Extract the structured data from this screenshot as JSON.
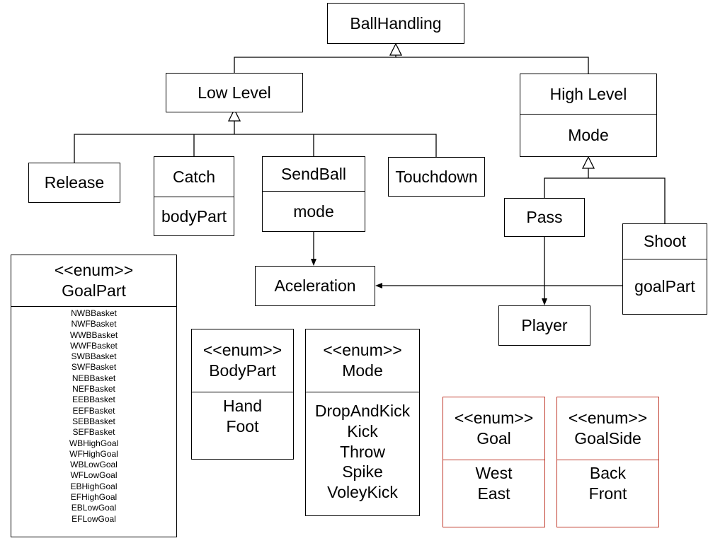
{
  "classes": {
    "ballhandling": {
      "name": "BallHandling"
    },
    "low_level": {
      "name": "Low Level"
    },
    "high_level": {
      "name": "High Level",
      "attr": "Mode"
    },
    "release": {
      "name": "Release"
    },
    "catch": {
      "name": "Catch",
      "attr": "bodyPart"
    },
    "sendball": {
      "name": "SendBall",
      "attr": "mode"
    },
    "touchdown": {
      "name": "Touchdown"
    },
    "pass": {
      "name": "Pass"
    },
    "shoot": {
      "name": "Shoot",
      "attr": "goalPart"
    },
    "aceleration": {
      "name": "Aceleration"
    },
    "player": {
      "name": "Player"
    }
  },
  "enums": {
    "stereotype": "<<enum>>",
    "goalpart": {
      "name": "GoalPart",
      "values": [
        "NWBBasket",
        "NWFBasket",
        "WWBBasket",
        "WWFBasket",
        "SWBBasket",
        "SWFBasket",
        "NEBBasket",
        "NEFBasket",
        "EEBBasket",
        "EEFBasket",
        "SEBBasket",
        "SEFBasket",
        "WBHighGoal",
        "WFHighGoal",
        "WBLowGoal",
        "WFLowGoal",
        "EBHighGoal",
        "EFHighGoal",
        "EBLowGoal",
        "EFLowGoal"
      ]
    },
    "bodypart": {
      "name": "BodyPart",
      "values": [
        "Hand",
        "Foot"
      ]
    },
    "mode": {
      "name": "Mode",
      "values": [
        "DropAndKick",
        "Kick",
        "Throw",
        "Spike",
        "VoleyKick"
      ]
    },
    "goal": {
      "name": "Goal",
      "values": [
        "West",
        "East"
      ]
    },
    "goalside": {
      "name": "GoalSide",
      "values": [
        "Back",
        "Front"
      ]
    }
  },
  "colors": {
    "line": "#000000",
    "enum_border_highlight": "#c0392b"
  }
}
